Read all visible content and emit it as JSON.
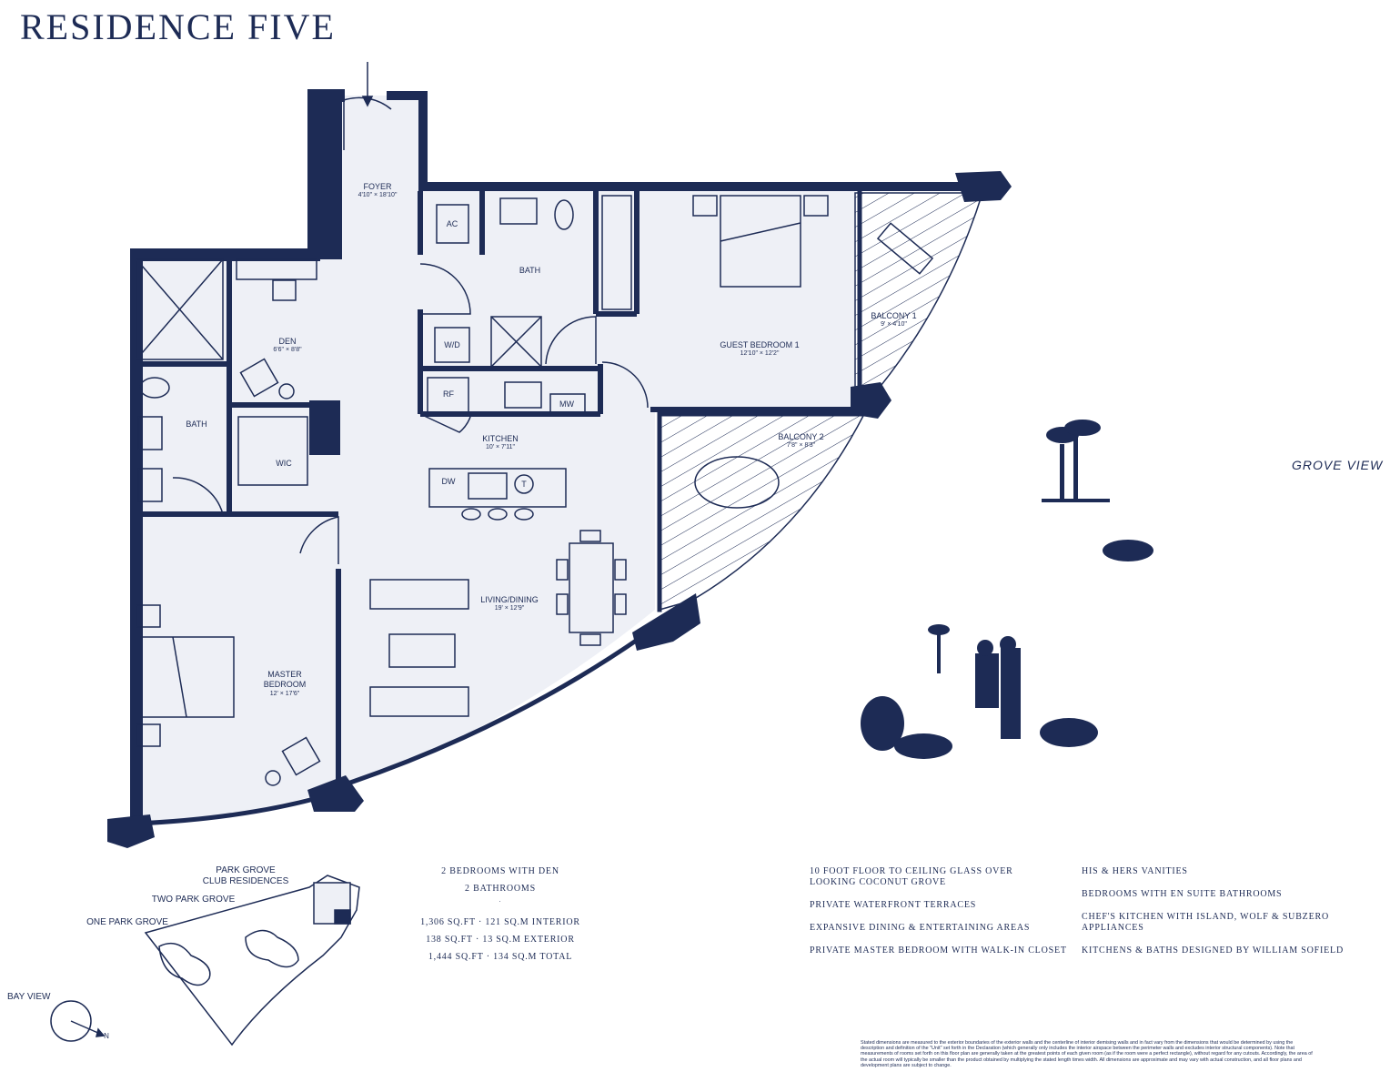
{
  "title": "RESIDENCE FIVE",
  "view_labels": {
    "grove": "GROVE VIEW",
    "bay": "BAY VIEW",
    "north": "N"
  },
  "rooms": {
    "foyer": {
      "name": "FOYER",
      "dim": "4'10\" × 18'10\""
    },
    "ac": {
      "name": "AC"
    },
    "bath_top": {
      "name": "BATH"
    },
    "guest_bedroom": {
      "name": "GUEST BEDROOM 1",
      "dim": "12'10\" × 12'2\""
    },
    "balcony1": {
      "name": "BALCONY 1",
      "dim": "9' × 4'10\""
    },
    "den": {
      "name": "DEN",
      "dim": "6'6\" × 8'8\""
    },
    "wd": {
      "name": "W/D"
    },
    "rf": {
      "name": "RF"
    },
    "mw": {
      "name": "MW"
    },
    "kitchen": {
      "name": "KITCHEN",
      "dim": "10' × 7'11\""
    },
    "balcony2": {
      "name": "BALCONY 2",
      "dim": "7'8\" × 8'3\""
    },
    "bath_left": {
      "name": "BATH"
    },
    "wic": {
      "name": "WIC"
    },
    "dw": {
      "name": "DW"
    },
    "trash": {
      "name": "T"
    },
    "living": {
      "name": "LIVING/DINING",
      "dim": "19' × 12'9\""
    },
    "master": {
      "name": "MASTER BEDROOM",
      "dim": "12' × 17'6\""
    }
  },
  "site_plan": {
    "club": "PARK GROVE\nCLUB RESIDENCES",
    "two": "TWO PARK GROVE",
    "one": "ONE PARK GROVE"
  },
  "summary": {
    "line1": "2 BEDROOMS WITH DEN",
    "line2": "2 BATHROOMS",
    "sep": "·",
    "interior": "1,306 SQ.FT · 121 SQ.M INTERIOR",
    "exterior": "138 SQ.FT · 13 SQ.M EXTERIOR",
    "total": "1,444 SQ.FT · 134 SQ.M TOTAL"
  },
  "features_left": [
    "10 FOOT FLOOR TO CEILING GLASS OVER LOOKING COCONUT GROVE",
    "PRIVATE WATERFRONT TERRACES",
    "EXPANSIVE DINING & ENTERTAINING AREAS",
    "PRIVATE MASTER BEDROOM WITH WALK-IN CLOSET"
  ],
  "features_right": [
    "HIS & HERS VANITIES",
    "BEDROOMS WITH EN SUITE BATHROOMS",
    "CHEF'S KITCHEN WITH ISLAND, WOLF & SUBZERO APPLIANCES",
    "KITCHENS & BATHS DESIGNED BY WILLIAM SOFIELD"
  ],
  "disclaimer": "Stated dimensions are measured to the exterior boundaries of the exterior walls and the centerline of interior demising walls and in fact vary from the dimensions that would be determined by using the description and definition of the \"Unit\" set forth in the Declaration (which generally only includes the interior airspace between the perimeter walls and excludes interior structural components). Note that measurements of rooms set forth on this floor plan are generally taken at the greatest points of each given room (as if the room were a perfect rectangle), without regard for any cutouts. Accordingly, the area of the actual room will typically be smaller than the product obtained by multiplying the stated length times width. All dimensions are approximate and may vary with actual construction, and all floor plans and development plans are subject to change.",
  "colors": {
    "navy": "#1d2b55",
    "floor": "#eef0f6"
  }
}
